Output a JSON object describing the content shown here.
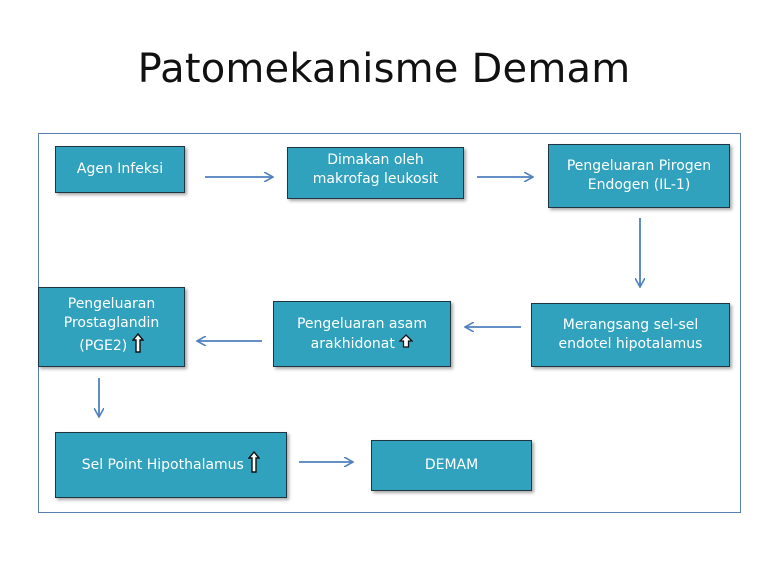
{
  "title": "Patomekanisme Demam",
  "colors": {
    "box_fill": "#31a2be",
    "box_border": "#20353f",
    "arrow": "#4f81bd",
    "frame": "#5b7fb0",
    "text": "#ffffff"
  },
  "nodes": {
    "agen_infeksi": {
      "lines": [
        "Agen Infeksi"
      ]
    },
    "dimakan": {
      "lines": [
        "Dimakan oleh",
        "makrofag leukosit"
      ]
    },
    "pirogen": {
      "lines": [
        "Pengeluaran Pirogen",
        "Endogen (IL-1)"
      ]
    },
    "merangsang": {
      "lines": [
        "Merangsang sel-sel",
        "endotel hipotalamus"
      ]
    },
    "asam": {
      "lines": [
        "Pengeluaran asam",
        "arakhidonat"
      ],
      "marker": "up-arrow-icon"
    },
    "prostaglandin": {
      "lines": [
        "Pengeluaran",
        "Prostaglandin",
        "(PGE2)"
      ],
      "marker": "up-arrow-icon"
    },
    "sel_point": {
      "lines": [
        "Sel Point Hipothalamus"
      ],
      "marker": "up-arrow-icon"
    },
    "demam": {
      "lines": [
        "DEMAM"
      ]
    }
  },
  "edges": [
    {
      "from": "Agen Infeksi",
      "to": "Dimakan oleh makrofag leukosit"
    },
    {
      "from": "Dimakan oleh makrofag leukosit",
      "to": "Pengeluaran Pirogen Endogen (IL-1)"
    },
    {
      "from": "Pengeluaran Pirogen Endogen (IL-1)",
      "to": "Merangsang sel-sel endotel hipotalamus"
    },
    {
      "from": "Merangsang sel-sel endotel hipotalamus",
      "to": "Pengeluaran asam arakhidonat"
    },
    {
      "from": "Pengeluaran asam arakhidonat",
      "to": "Pengeluaran Prostaglandin (PGE2)"
    },
    {
      "from": "Pengeluaran Prostaglandin (PGE2)",
      "to": "Sel Point Hipothalamus"
    },
    {
      "from": "Sel Point Hipothalamus",
      "to": "DEMAM"
    }
  ]
}
